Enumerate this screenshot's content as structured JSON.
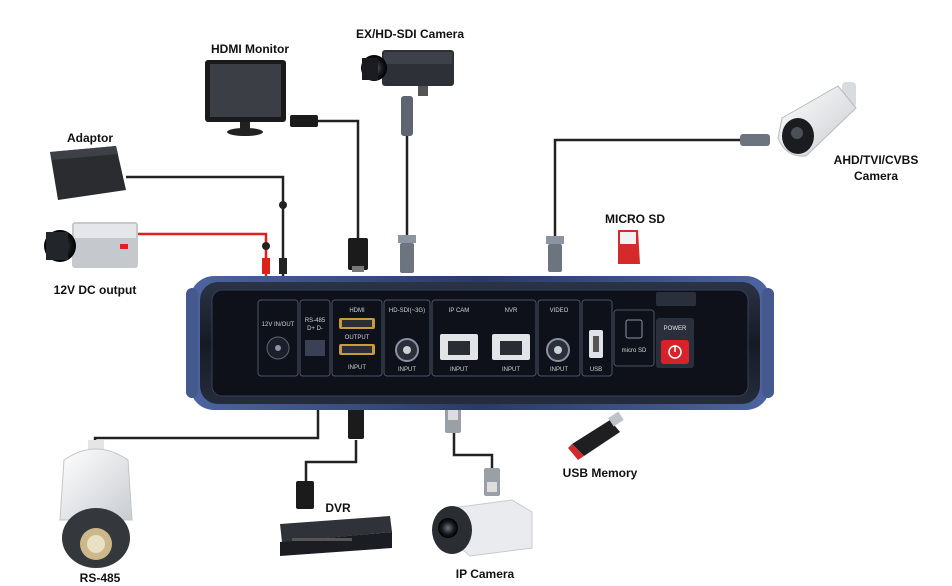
{
  "labels": {
    "hdmi_monitor": "HDMI Monitor",
    "sdi_camera": "EX/HD-SDI Camera",
    "adaptor": "Adaptor",
    "dc_output": "12V DC output",
    "ahd_camera_line1": "AHD/TVI/CVBS",
    "ahd_camera_line2": "Camera",
    "micro_sd": "MICRO SD",
    "usb_memory": "USB Memory",
    "dvr": "DVR",
    "rs485": "RS-485",
    "ip_camera": "IP Camera"
  },
  "panel": {
    "port_12v": "12V IN/OUT",
    "port_rs485_a": "RS-485",
    "port_rs485_b": "D+  D-",
    "port_hdmi": "HDMI",
    "port_hdmi_output": "OUTPUT",
    "port_hdmi_input": "INPUT",
    "port_sdi": "HD-SDI(~3G)",
    "port_sdi_input": "INPUT",
    "port_ipcam": "IP CAM",
    "port_ipcam_input": "INPUT",
    "port_nvr": "NVR",
    "port_nvr_input": "INPUT",
    "port_video": "VIDEO",
    "port_video_input": "INPUT",
    "port_usb": "USB",
    "port_microsd": "micro SD",
    "port_power": "POWER"
  },
  "colors": {
    "device_body": "#1c2230",
    "device_trim": "#3b4d78",
    "cable": "#222222",
    "dc_cable_red": "#e0201c",
    "power_button": "#d8222a",
    "sd_card": "#d42a2a"
  }
}
